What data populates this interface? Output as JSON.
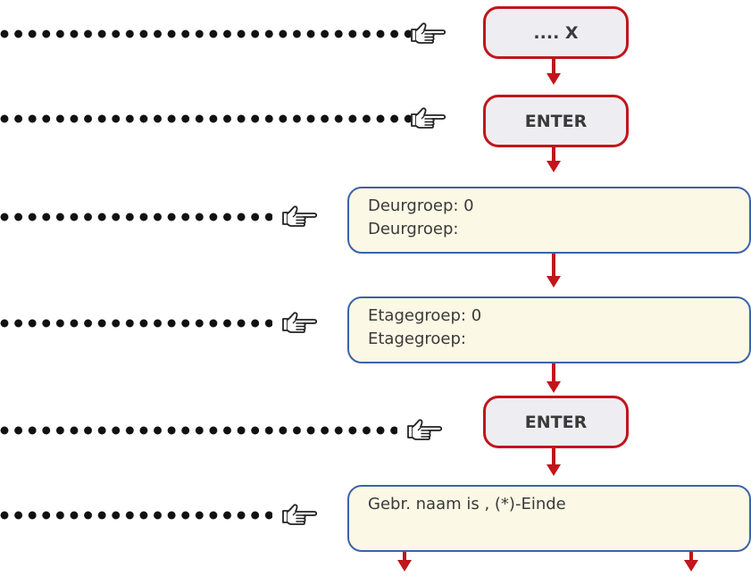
{
  "steps": [
    {
      "kind": "key",
      "label": ".... X"
    },
    {
      "kind": "key",
      "label": "ENTER"
    },
    {
      "kind": "display",
      "lines": [
        "Deurgroep: 0",
        "Deurgroep:"
      ]
    },
    {
      "kind": "display",
      "lines": [
        "Etagegroep: 0",
        "Etagegroep:"
      ]
    },
    {
      "kind": "key",
      "label": "ENTER"
    },
    {
      "kind": "display",
      "lines": [
        "Gebr. naam is , (*)-Einde"
      ]
    }
  ],
  "colors": {
    "key_border": "#c0161c",
    "key_fill": "#eeeef2",
    "display_border": "#3d62a8",
    "display_fill": "#fbf8e5",
    "arrow": "#c0161c",
    "dots": "#111111"
  },
  "icons": {
    "pointer": "pointing-hand-icon"
  }
}
